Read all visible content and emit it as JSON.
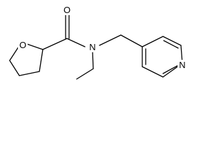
{
  "molecule": {
    "atoms": {
      "carbonyl_oxygen": "O",
      "ring_oxygen": "O",
      "amide_nitrogen": "N",
      "pyridine_nitrogen": "N"
    }
  },
  "colors": {
    "bond": "#000000",
    "label": "#000000",
    "background": "#ffffff"
  }
}
